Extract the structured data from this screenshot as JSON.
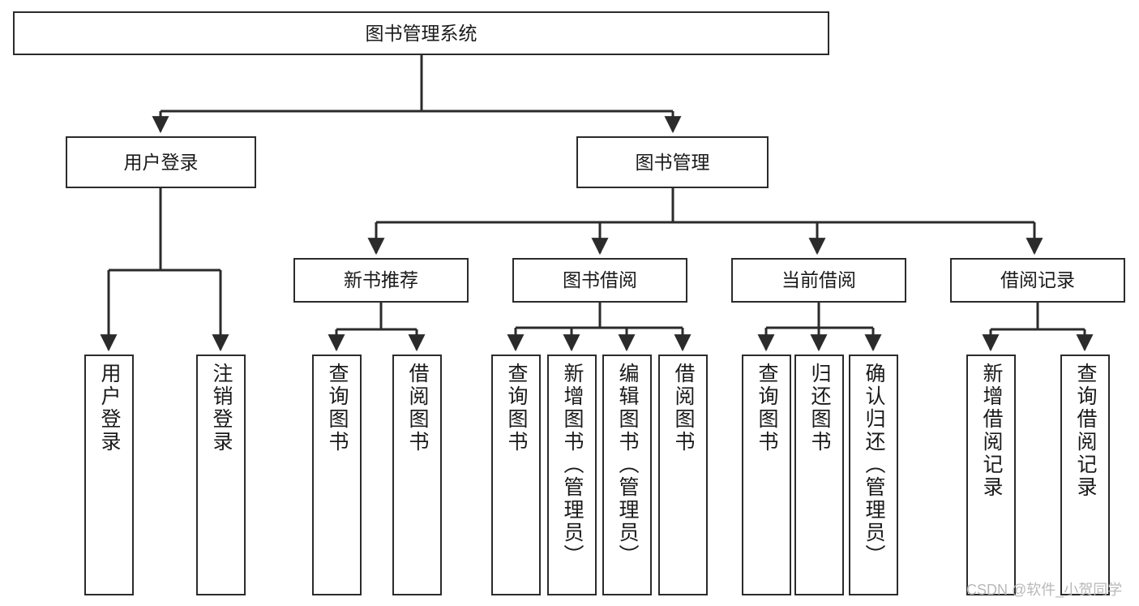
{
  "diagram": {
    "title": "图书管理系统",
    "watermark": "CSDN @软件_小贺同学",
    "edge_color": "#2b2b2b",
    "box_border_color": "#2b2b2b",
    "background_color": "#ffffff",
    "text_color": "#1a1a1a"
  },
  "nodes": {
    "root": {
      "label": "图书管理系统"
    },
    "level2": [
      {
        "label": "用户登录"
      },
      {
        "label": "图书管理"
      }
    ],
    "level3": [
      {
        "label": "新书推荐"
      },
      {
        "label": "图书借阅"
      },
      {
        "label": "当前借阅"
      },
      {
        "label": "借阅记录"
      }
    ],
    "leaves_user_login": [
      {
        "label": "用户登录"
      },
      {
        "label": "注销登录"
      }
    ],
    "leaves_new_book": [
      {
        "label": "查询图书"
      },
      {
        "label": "借阅图书"
      }
    ],
    "leaves_borrow": [
      {
        "label": "查询图书"
      },
      {
        "label": "新增图书（管理员）"
      },
      {
        "label": "编辑图书（管理员）"
      },
      {
        "label": "借阅图书"
      }
    ],
    "leaves_current": [
      {
        "label": "查询图书"
      },
      {
        "label": "归还图书"
      },
      {
        "label": "确认归还（管理员）"
      }
    ],
    "leaves_records": [
      {
        "label": "新增借阅记录"
      },
      {
        "label": "查询借阅记录"
      }
    ]
  },
  "chart_data": {
    "type": "tree",
    "title": "图书管理系统",
    "tree": {
      "name": "图书管理系统",
      "children": [
        {
          "name": "用户登录",
          "children": [
            {
              "name": "用户登录"
            },
            {
              "name": "注销登录"
            }
          ]
        },
        {
          "name": "图书管理",
          "children": [
            {
              "name": "新书推荐",
              "children": [
                {
                  "name": "查询图书"
                },
                {
                  "name": "借阅图书"
                }
              ]
            },
            {
              "name": "图书借阅",
              "children": [
                {
                  "name": "查询图书"
                },
                {
                  "name": "新增图书（管理员）"
                },
                {
                  "name": "编辑图书（管理员）"
                },
                {
                  "name": "借阅图书"
                }
              ]
            },
            {
              "name": "当前借阅",
              "children": [
                {
                  "name": "查询图书"
                },
                {
                  "name": "归还图书"
                },
                {
                  "name": "确认归还（管理员）"
                }
              ]
            },
            {
              "name": "借阅记录",
              "children": [
                {
                  "name": "新增借阅记录"
                },
                {
                  "name": "查询借阅记录"
                }
              ]
            }
          ]
        }
      ]
    }
  }
}
